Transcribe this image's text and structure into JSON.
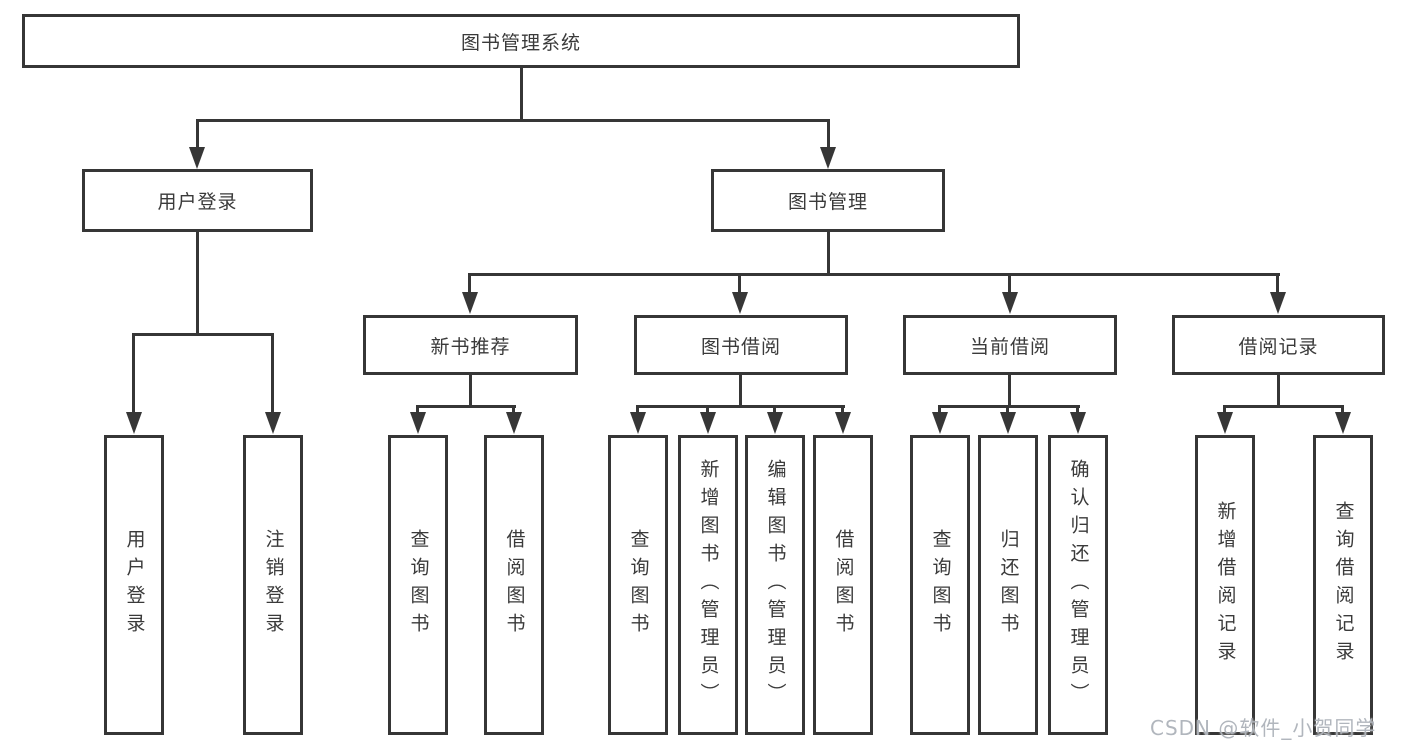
{
  "diagram_title": "图书管理系统",
  "colors": {
    "line": "#363636",
    "text": "#3a3a3a",
    "background": "#ffffff",
    "watermark": "#adb2b9"
  },
  "watermark": {
    "text": "CSDN @软件_小贺同学"
  },
  "tree": {
    "root": {
      "label": "图书管理系统"
    },
    "branches": [
      {
        "label": "用户登录",
        "children": [
          {
            "label": "用户登录"
          },
          {
            "label": "注销登录"
          }
        ]
      },
      {
        "label": "图书管理",
        "children": [
          {
            "label": "新书推荐",
            "children": [
              {
                "label": "查询图书"
              },
              {
                "label": "借阅图书"
              }
            ]
          },
          {
            "label": "图书借阅",
            "children": [
              {
                "label": "查询图书"
              },
              {
                "label": "新增图书（管理员）"
              },
              {
                "label": "编辑图书（管理员）"
              },
              {
                "label": "借阅图书"
              }
            ]
          },
          {
            "label": "当前借阅",
            "children": [
              {
                "label": "查询图书"
              },
              {
                "label": "归还图书"
              },
              {
                "label": "确认归还（管理员）"
              }
            ]
          },
          {
            "label": "借阅记录",
            "children": [
              {
                "label": "新增借阅记录"
              },
              {
                "label": "查询借阅记录"
              }
            ]
          }
        ]
      }
    ]
  }
}
